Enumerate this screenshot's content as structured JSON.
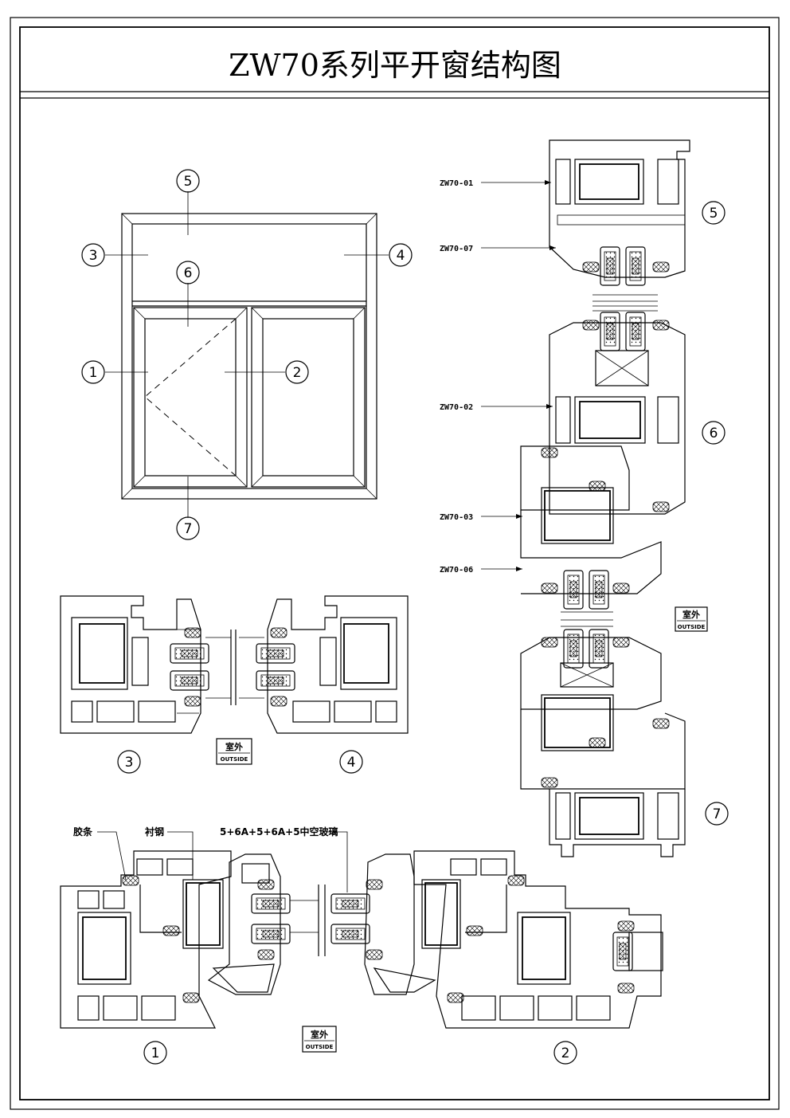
{
  "title": "ZW70系列平开窗结构图",
  "bubbles": [
    "1",
    "2",
    "3",
    "4",
    "5",
    "6",
    "7"
  ],
  "profile_labels": [
    "ZW70-01",
    "ZW70-07",
    "ZW70-02",
    "ZW70-03",
    "ZW70-06"
  ],
  "callouts": {
    "gasket": "胶条",
    "steel": "衬钢",
    "glass": "5+6A+5+6A+5中空玻璃"
  },
  "outside_badge": {
    "cn": "室外",
    "en": "OUTSIDE"
  }
}
